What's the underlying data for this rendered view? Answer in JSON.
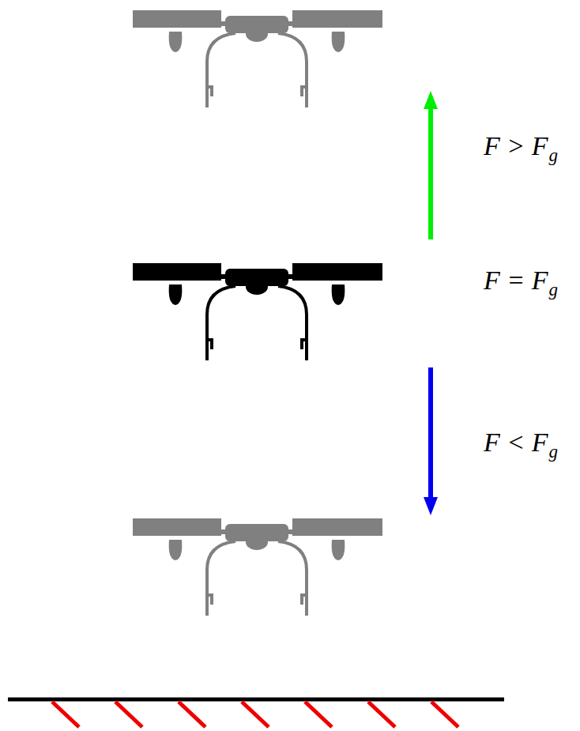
{
  "diagram": {
    "labels": [
      "F > F",
      "g",
      "F = F",
      "g",
      "F < F",
      "g"
    ]
  }
}
